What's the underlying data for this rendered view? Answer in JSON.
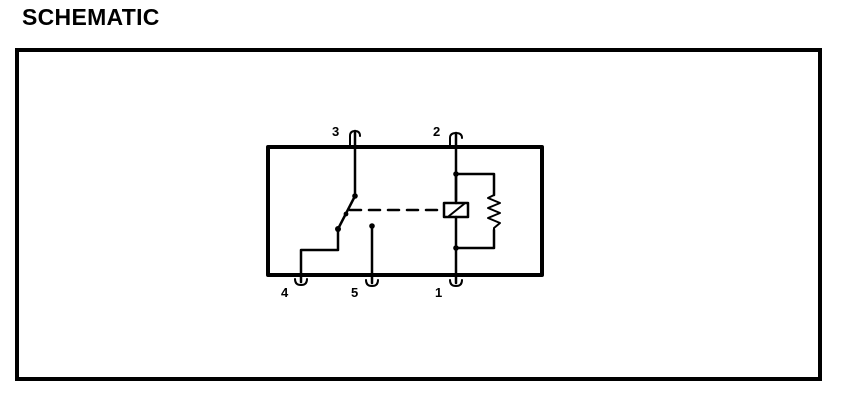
{
  "title": "SCHEMATIC",
  "pins": {
    "p1": "1",
    "p2": "2",
    "p3": "3",
    "p4": "4",
    "p5": "5"
  }
}
